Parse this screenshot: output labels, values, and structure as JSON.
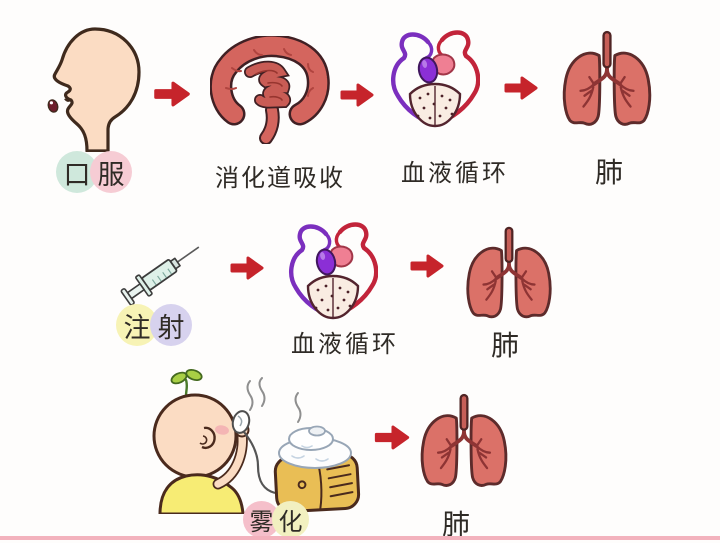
{
  "page": {
    "description": "Three routes of drug administration flow diagram",
    "background": "#fefdfc",
    "bottom_border_color": "#f3b2bd"
  },
  "palette": {
    "arrow_red": "#c6242b",
    "label_text": "#2f2b26",
    "skin": "#fbdcc3",
    "intestine_red": "#d4655e",
    "lung_red": "#db7168",
    "vessel_purple": "#7b2fbe",
    "vessel_red": "#c2243a",
    "machine_gold": "#e9be55",
    "shirt_yellow": "#f7ec74"
  },
  "rows": {
    "oral": {
      "route_name": "oral-administration",
      "route_label_chars": [
        {
          "text": "口",
          "bg": "#cfe8dc"
        },
        {
          "text": "服",
          "bg": "#f6ccd4"
        }
      ],
      "step_labels": {
        "digestive": "消化道吸收",
        "circulation": "血液循环",
        "lung": "肺"
      }
    },
    "injection": {
      "route_name": "injection",
      "route_label_chars": [
        {
          "text": "注",
          "bg": "#f7f3b5"
        },
        {
          "text": "射",
          "bg": "#d7d2ee"
        }
      ],
      "step_labels": {
        "circulation": "血液循环",
        "lung": "肺"
      }
    },
    "nebulization": {
      "route_name": "nebulization",
      "route_label_chars": [
        {
          "text": "雾",
          "bg": "#f5bfca"
        },
        {
          "text": "化",
          "bg": "#f2f0c0"
        }
      ],
      "step_labels": {
        "lung": "肺"
      }
    }
  }
}
